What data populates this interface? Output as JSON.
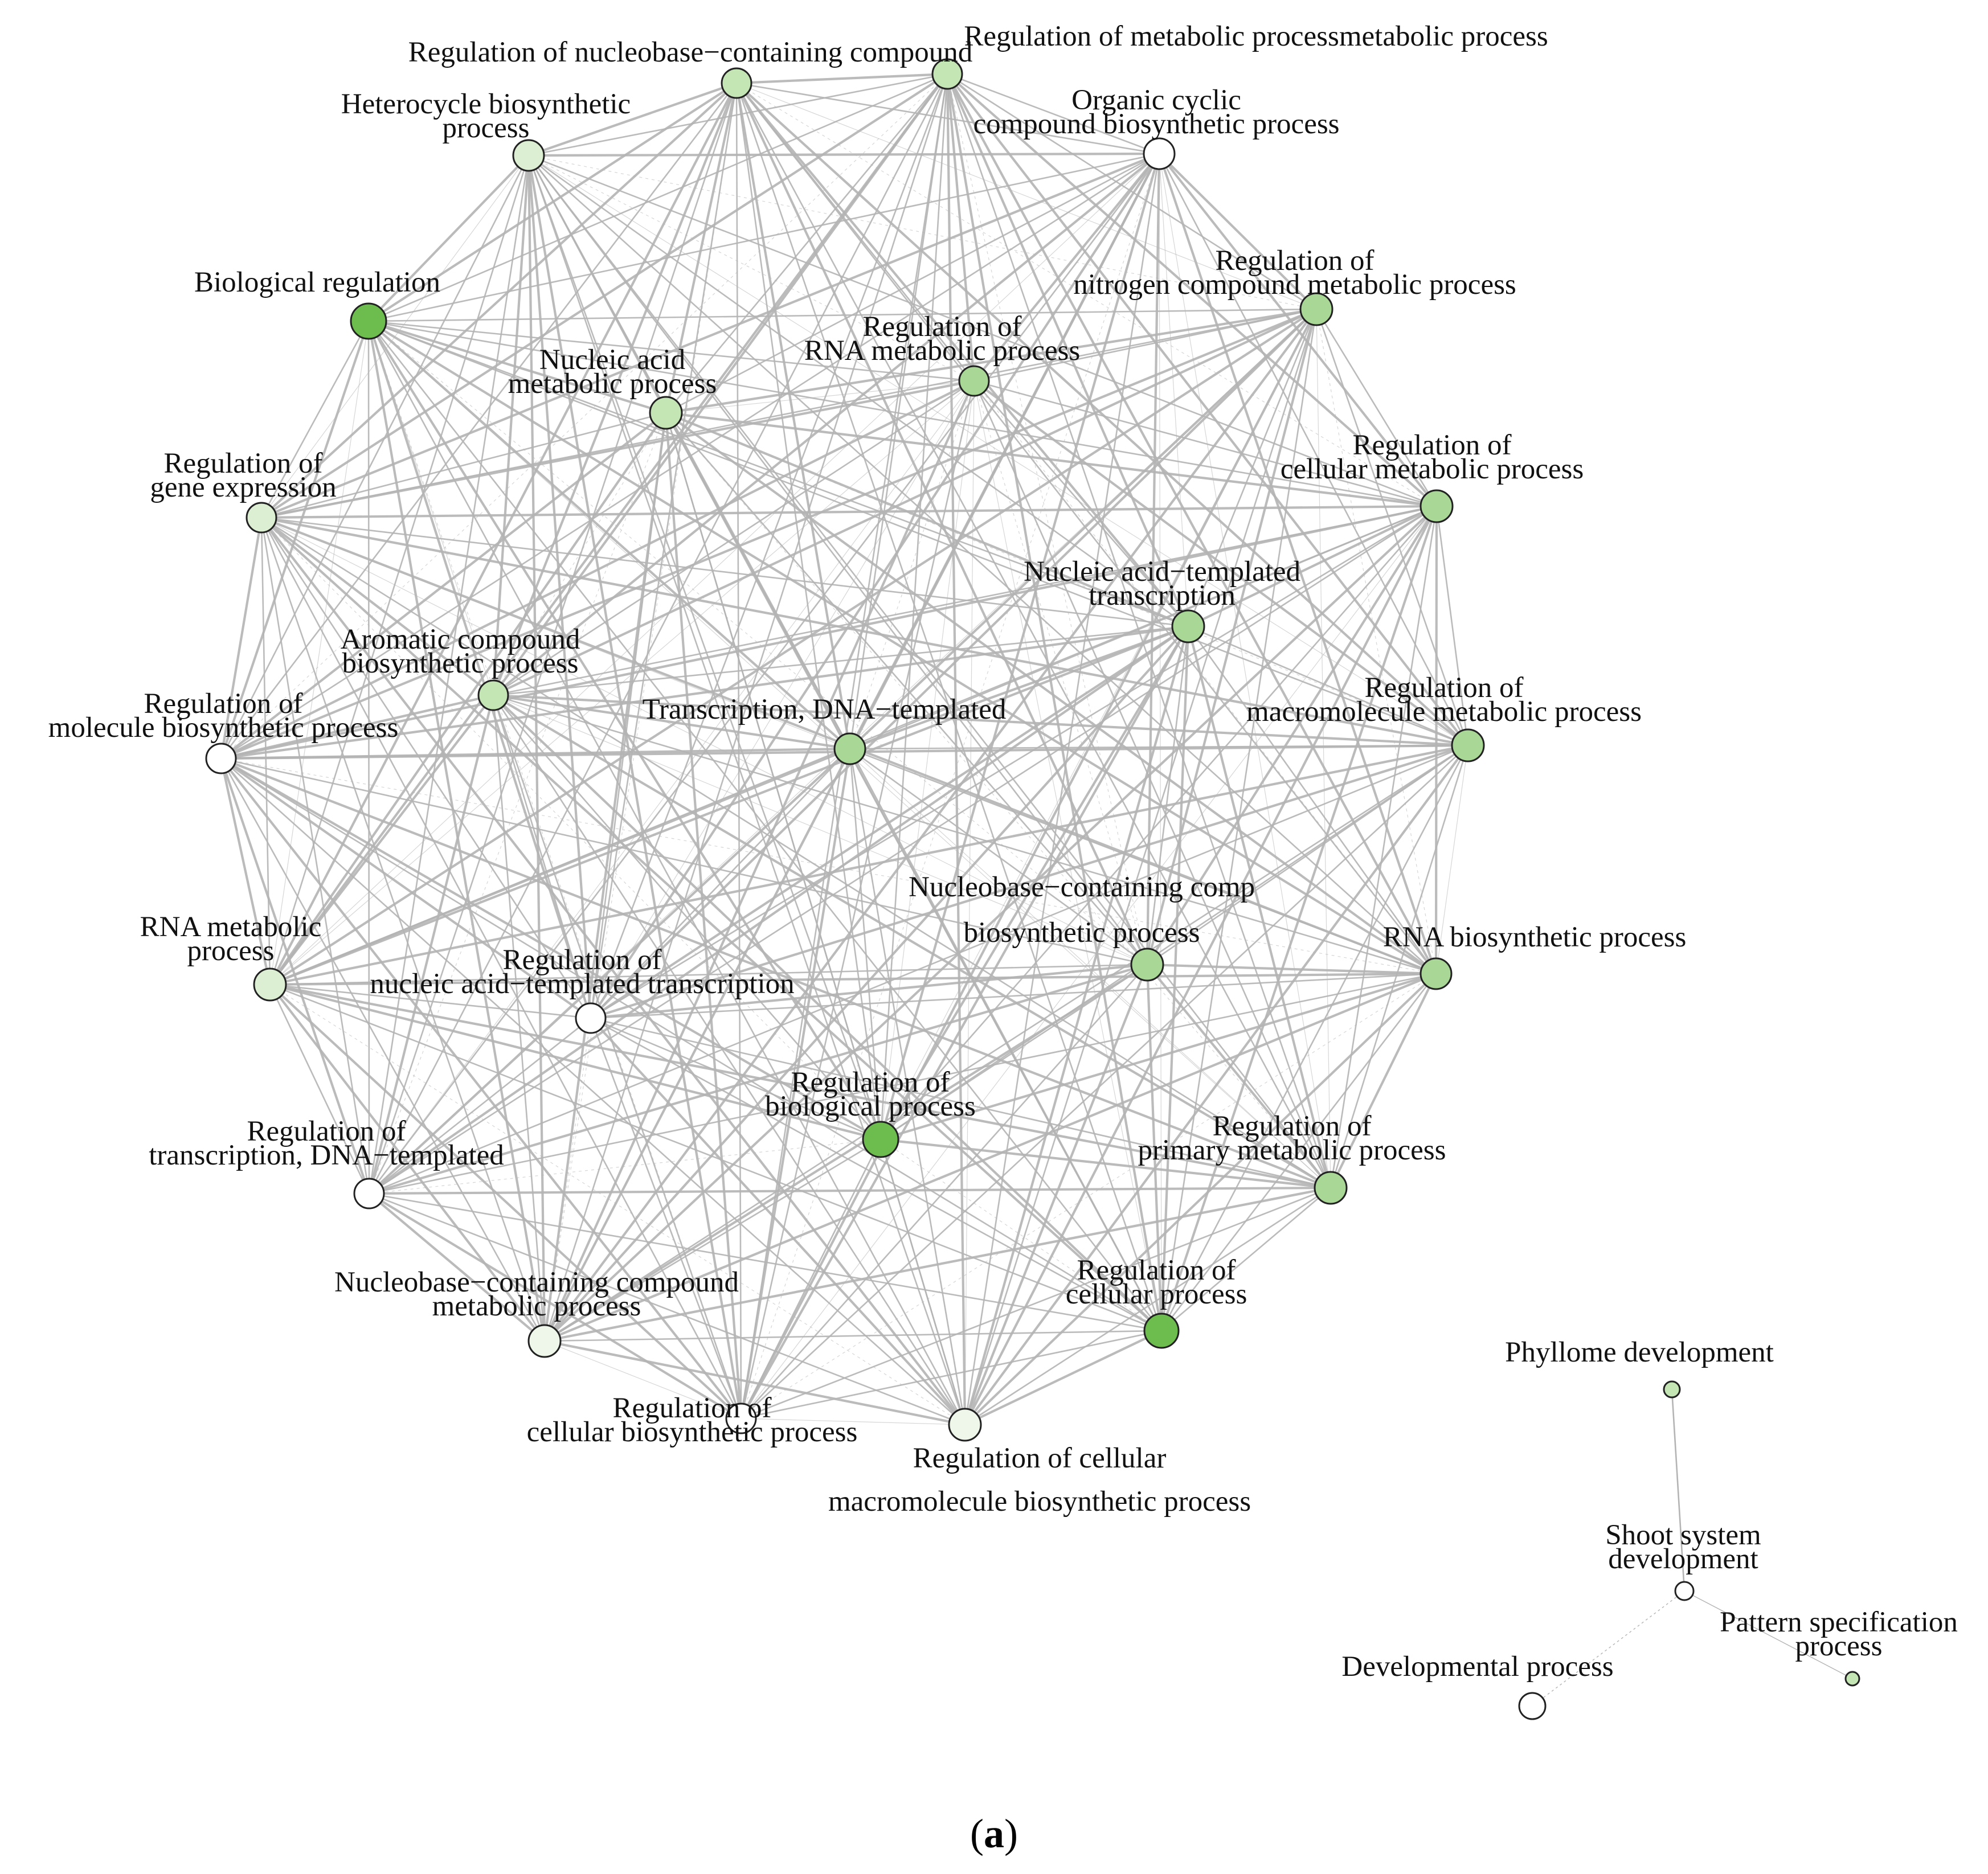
{
  "colors": {
    "edge": "#b4b4b4",
    "node_stroke": "#222222",
    "node_shades": [
      "#ffffff",
      "#eef7ea",
      "#dcefd2",
      "#c4e5b4",
      "#a9d896",
      "#6cbd4e"
    ]
  },
  "network": {
    "nodes": [
      {
        "id": "nucleobase_reg",
        "label": [
          "Regulation of  nucleobase−containing compound"
        ],
        "shade": 3
      },
      {
        "id": "metabolic_reg",
        "label": [
          "Regulation of metabolic processmetabolic process"
        ],
        "shade": 3
      },
      {
        "id": "heterocycle",
        "label": [
          "Heterocycle biosynthetic",
          "process"
        ],
        "shade": 2
      },
      {
        "id": "organic_cyclic",
        "label": [
          "Organic cyclic",
          "compound biosynthetic process"
        ],
        "shade": 0
      },
      {
        "id": "bio_reg",
        "label": [
          "Biological regulation"
        ],
        "shade": 5
      },
      {
        "id": "nitrogen_reg",
        "label": [
          "Regulation of",
          "nitrogen compound metabolic process"
        ],
        "shade": 4
      },
      {
        "id": "rna_met_reg",
        "label": [
          "Regulation of",
          "RNA metabolic process"
        ],
        "shade": 4
      },
      {
        "id": "nucleic_met",
        "label": [
          "Nucleic acid",
          "metabolic process"
        ],
        "shade": 3
      },
      {
        "id": "gene_expr_reg",
        "label": [
          "Regulation of",
          "gene expression"
        ],
        "shade": 2
      },
      {
        "id": "cell_met_reg",
        "label": [
          "Regulation of",
          "cellular metabolic process"
        ],
        "shade": 4
      },
      {
        "id": "na_templ_transcr",
        "label": [
          "Nucleic acid−templated",
          "transcription"
        ],
        "shade": 4
      },
      {
        "id": "aromatic",
        "label": [
          "Aromatic compound",
          "biosynthetic process"
        ],
        "shade": 3
      },
      {
        "id": "molecule_bios_reg",
        "label": [
          "Regulation of",
          "molecule biosynthetic process"
        ],
        "shade": 0
      },
      {
        "id": "transcr_dna",
        "label": [
          "Transcription, DNA−templated"
        ],
        "shade": 4
      },
      {
        "id": "macromol_met_reg",
        "label": [
          "Regulation of",
          "macromolecule metabolic process"
        ],
        "shade": 4
      },
      {
        "id": "nucleobase_bios",
        "label": [
          "Nucleobase−containing comp",
          "biosynthetic process"
        ],
        "shade": 4
      },
      {
        "id": "rna_met",
        "label": [
          "RNA metabolic",
          "process"
        ],
        "shade": 2
      },
      {
        "id": "rna_bios",
        "label": [
          "RNA biosynthetic process"
        ],
        "shade": 4
      },
      {
        "id": "na_transcr_reg",
        "label": [
          "Regulation of",
          "nucleic acid−templated transcription"
        ],
        "shade": 0
      },
      {
        "id": "bio_proc_reg",
        "label": [
          "Regulation of",
          "biological process"
        ],
        "shade": 5
      },
      {
        "id": "transcr_dna_reg",
        "label": [
          "Regulation of",
          "transcription, DNA−templated"
        ],
        "shade": 0
      },
      {
        "id": "primary_met_reg",
        "label": [
          "Regulation of",
          "primary metabolic process"
        ],
        "shade": 4
      },
      {
        "id": "cell_proc_reg",
        "label": [
          "Regulation of",
          "cellular process"
        ],
        "shade": 5
      },
      {
        "id": "nucleobase_met",
        "label": [
          "Nucleobase−containing compound",
          "metabolic process"
        ],
        "shade": 1
      },
      {
        "id": "cell_bios_reg",
        "label": [
          "Regulation of",
          "cellular biosynthetic process"
        ],
        "shade": 0
      },
      {
        "id": "cell_macromol_reg",
        "label": [
          "Regulation of cellular",
          "macromolecule biosynthetic process"
        ],
        "shade": 1
      },
      {
        "id": "phyllome",
        "label": [
          "Phyllome development"
        ],
        "shade": 3
      },
      {
        "id": "shoot",
        "label": [
          "Shoot system",
          "development"
        ],
        "shade": 0
      },
      {
        "id": "pattern",
        "label": [
          "Pattern specification",
          "process"
        ],
        "shade": 3
      },
      {
        "id": "developmental",
        "label": [
          "Developmental process"
        ],
        "shade": 0
      }
    ],
    "cluster_edges": [
      [
        "phyllome",
        "shoot"
      ],
      [
        "shoot",
        "pattern"
      ],
      [
        "shoot",
        "developmental"
      ]
    ]
  },
  "caption": {
    "open": "(",
    "letter": "a",
    "close": ")"
  }
}
